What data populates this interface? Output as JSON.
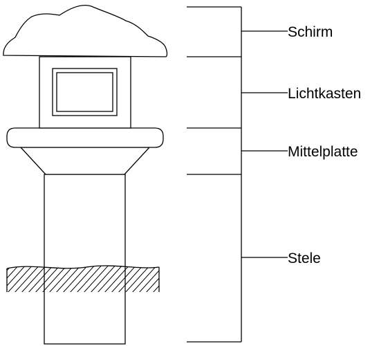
{
  "diagram": {
    "parts": [
      {
        "id": "schirm",
        "label": "Schirm"
      },
      {
        "id": "lichtkasten",
        "label": "Lichtkasten"
      },
      {
        "id": "mittelplatte",
        "label": "Mittelplatte"
      },
      {
        "id": "stele",
        "label": "Stele"
      }
    ]
  }
}
